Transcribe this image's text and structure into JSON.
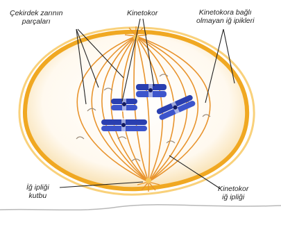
{
  "labels": {
    "nuclear_envelope_fragments": [
      "Çekirdek zarının",
      "parçaları"
    ],
    "kinetochore": "Kinetokor",
    "non_kinetochore_spindle": [
      "Kinetokora bağlı",
      "olmayan iğ ipikleri"
    ],
    "spindle_pole": [
      "İğ ipliği",
      "kutbu"
    ],
    "kinetochore_spindle": [
      "Kinetokor",
      "iğ ipliği"
    ]
  },
  "colors": {
    "cell_membrane": "#f0b030",
    "spindle_fibers": "#e89a3a",
    "chromosomes": "#2a3fb0",
    "pointer_lines": "#222222"
  }
}
